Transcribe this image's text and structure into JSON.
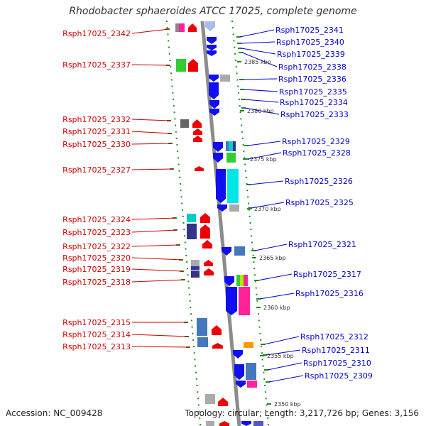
{
  "title": "Rhodobacter sphaeroides ATCC 17025, complete genome",
  "footer": {
    "accession": "Accession: NC_009428",
    "summary": "Topology: circular; Length: 3,217,726 bp; Genes: 3,156"
  },
  "colors": {
    "left_label": "#cc0000",
    "right_label": "#0000cc",
    "backbone": "#888888",
    "tick_marks": "#228822",
    "strand_forward": "#ee0000",
    "strand_reverse": "#1010ee"
  },
  "scale_labels": [
    "2385 kbp",
    "2380 kbp",
    "2375 kbp",
    "2370 kbp",
    "2365 kbp",
    "2360 kbp",
    "2355 kbp",
    "2350 kbp"
  ],
  "left_genes": [
    "Rsph17025_2342",
    "Rsph17025_2337",
    "Rsph17025_2332",
    "Rsph17025_2331",
    "Rsph17025_2330",
    "Rsph17025_2327",
    "Rsph17025_2324",
    "Rsph17025_2323",
    "Rsph17025_2322",
    "Rsph17025_2320",
    "Rsph17025_2319",
    "Rsph17025_2318",
    "Rsph17025_2315",
    "Rsph17025_2314",
    "Rsph17025_2313"
  ],
  "right_genes": [
    "Rsph17025_2341",
    "Rsph17025_2340",
    "Rsph17025_2339",
    "Rsph17025_2338",
    "Rsph17025_2336",
    "Rsph17025_2335",
    "Rsph17025_2334",
    "Rsph17025_2333",
    "Rsph17025_2329",
    "Rsph17025_2328",
    "Rsph17025_2326",
    "Rsph17025_2325",
    "Rsph17025_2321",
    "Rsph17025_2317",
    "Rsph17025_2316",
    "Rsph17025_2312",
    "Rsph17025_2311",
    "Rsph17025_2310",
    "Rsph17025_2309"
  ]
}
